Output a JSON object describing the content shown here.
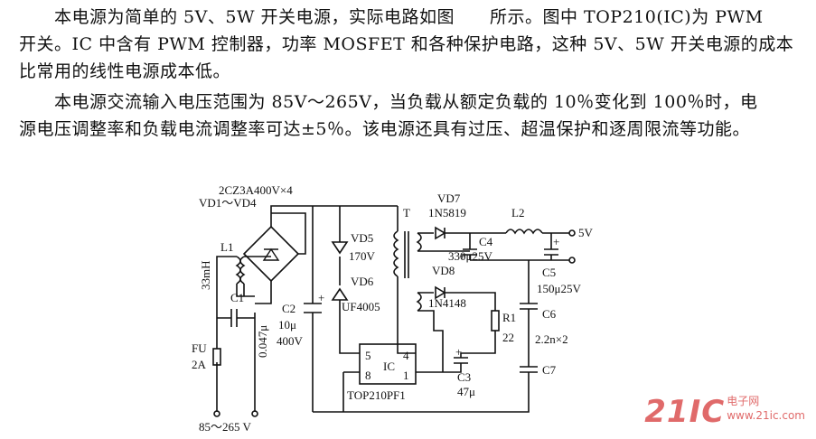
{
  "paragraphs": [
    {
      "lines": [
        "本电源为简单的 5V、5W 开关电源，实际电路如图　　所示。图中 TOP210(IC)为 PWM",
        "开关。IC 中含有 PWM 控制器，功率 MOSFET 和各种保护电路，这种 5V、5W 开关电源的成本",
        "比常用的线性电源成本低。"
      ]
    },
    {
      "lines": [
        "本电源交流输入电压范围为 85V～265V，当负载从额定负载的 10％变化到 100％时，电",
        "源电压调整率和负载电流调整率可达±5％。该电源还具有过压、超温保护和逐周限流等功能。"
      ]
    }
  ],
  "circuit": {
    "bridge_label": "2CZ3A400V×4",
    "vd1_vd4": "VD1～VD4",
    "l1": "L1",
    "inductance": "33mH",
    "c1": "C1",
    "c1_value": "0.047μ",
    "fu": "FU",
    "fu_rating": "2A",
    "ac_input": "85～265 V",
    "c2": "C2",
    "c2_value": "10μ",
    "c2_voltage": "400V",
    "vd5": "VD5",
    "vd5_value": "170V",
    "vd6": "VD6",
    "vd6_value": "UF4005",
    "transformer": "T",
    "vd7": "VD7",
    "vd7_value": "1N5819",
    "l2": "L2",
    "c4": "C4",
    "c4_value": "330μ25V",
    "output": "5V",
    "c5": "C5",
    "c5_value": "150μ25V",
    "vd8": "VD8",
    "vd8_value": "1N4148",
    "r1": "R1",
    "r1_value": "22",
    "c6": "C6",
    "c6_c7_value": "2.2n×2",
    "c7": "C7",
    "ic": "IC",
    "ic_part": "TOP210PF1",
    "c3": "C3",
    "c3_value": "47μ",
    "pin5": "5",
    "pin4": "4",
    "pin8": "8",
    "pin1": "1",
    "plus": "+"
  },
  "watermark": {
    "main": "21IC",
    "side_top": "电子网",
    "side_bottom": "www.21ic.com"
  }
}
